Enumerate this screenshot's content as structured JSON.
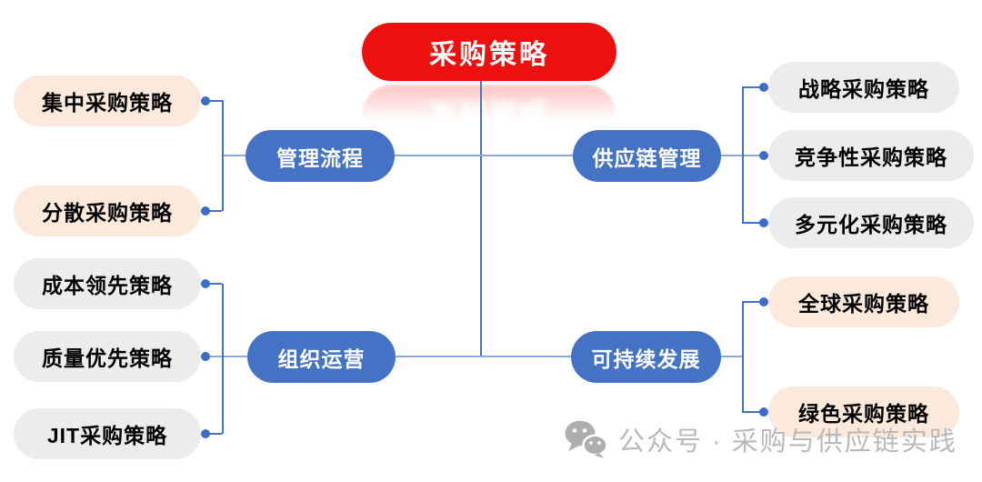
{
  "diagram": {
    "root": "采购策略",
    "branches": [
      {
        "label": "管理流程",
        "children": [
          "集中采购策略",
          "分散采购策略"
        ]
      },
      {
        "label": "供应链管理",
        "children": [
          "战略采购策略",
          "竞争性采购策略",
          "多元化采购策略"
        ]
      },
      {
        "label": "组织运营",
        "children": [
          "成本领先策略",
          "质量优先策略",
          "JIT采购策略"
        ]
      },
      {
        "label": "可持续发展",
        "children": [
          "全球采购策略",
          "绿色采购策略"
        ]
      }
    ]
  },
  "watermark": {
    "label": "公众号 · 采购与供应链实践",
    "icon": "wechat-icon"
  },
  "colors": {
    "root_red": "#ee0f0f",
    "branch_blue": "#4472c4",
    "child_peach": "#fbeadc",
    "child_gray": "#ececee",
    "connector_blue": "#4472c4",
    "branch_line_blue": "#8fa6d8",
    "dot_blue": "#3d6bc5",
    "watermark_gray": "#b9b9b9"
  }
}
